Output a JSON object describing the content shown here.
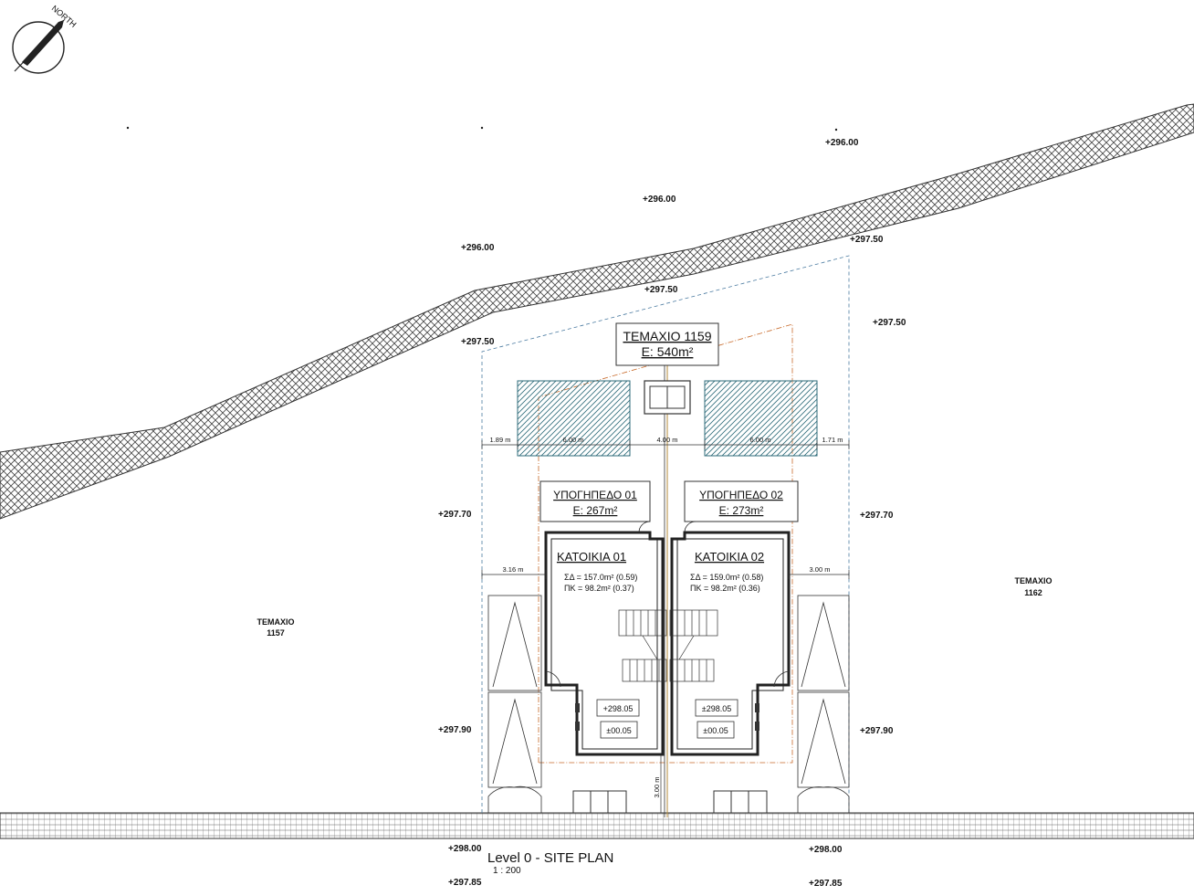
{
  "north": {
    "label": "NORTH",
    "icon": "north-arrow-icon"
  },
  "plot_main": {
    "name": "ΤΕΜΑΧΙΟ 1159",
    "area": "Ε: 540m²"
  },
  "neighbor_left": {
    "line1": "ΤΕΜΑΧΙΟ",
    "line2": "1157"
  },
  "neighbor_right": {
    "line1": "ΤΕΜΑΧΙΟ",
    "line2": "1162"
  },
  "basements": [
    {
      "title": "ΥΠΟΓΗΠΕΔΟ 01",
      "area": "Ε: 267m²"
    },
    {
      "title": "ΥΠΟΓΗΠΕΔΟ 02",
      "area": "Ε: 273m²"
    }
  ],
  "houses": [
    {
      "title": "ΚΑΤΟΙΚΙΑ 01",
      "sd": "ΣΔ = 157.0m² (0.59)",
      "pk": "ΠΚ = 98.2m² (0.37)",
      "level_abs": "+298.05",
      "level_rel": "±00.05"
    },
    {
      "title": "ΚΑΤΟΙΚΙΑ 02",
      "sd": "ΣΔ = 159.0m² (0.58)",
      "pk": "ΠΚ = 98.2m² (0.36)",
      "level_abs": "±298.05",
      "level_rel": "±00.05"
    }
  ],
  "levels": {
    "l1": "+296.00",
    "l2": "+296.00",
    "l3": "+296.00",
    "l4": "+297.50",
    "l5": "+297.50",
    "l6": "+297.50",
    "l7": "+297.50",
    "l8": "+297.70",
    "l9": "+297.70",
    "l10": "+297.90",
    "l11": "+297.90",
    "l12": "+298.00",
    "l13": "+298.00",
    "l14": "+297.85",
    "l15": "+297.85"
  },
  "dimensions": {
    "d1": "1.89 m",
    "d2": "6.00 m",
    "d3": "4.00 m",
    "d4": "6.00 m",
    "d5": "1.71 m",
    "d6": "3.16 m",
    "d7": "3.00 m",
    "d8": "3.00 m"
  },
  "drawing": {
    "title": "Level 0 - SITE PLAN",
    "scale": "1 : 200"
  }
}
